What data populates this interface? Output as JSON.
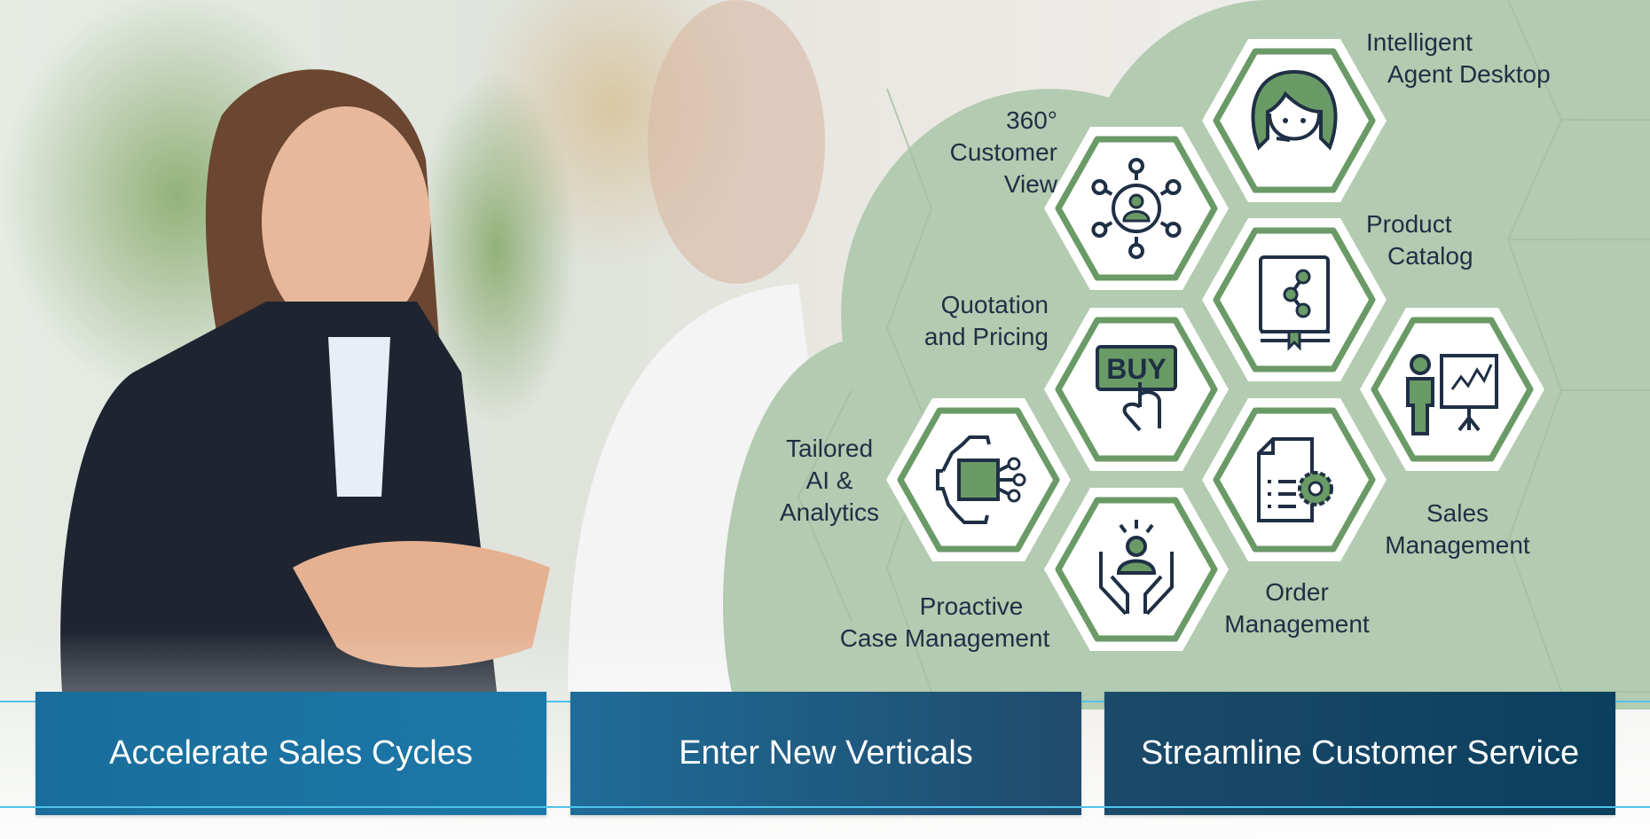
{
  "colors": {
    "hex_green": "#6a9a66",
    "cloud_green": "#b3cbb0",
    "navy_icon": "#1f2f45",
    "box_left": "#1c74a3",
    "box_right": "#0d4666",
    "accent_line": "#4fc3ea"
  },
  "features": [
    {
      "label_lines": [
        "Intelligent",
        "Agent Desktop"
      ],
      "icon": "agent-headset-icon"
    },
    {
      "label_lines": [
        "360°",
        "Customer",
        "View"
      ],
      "icon": "customer-network-icon"
    },
    {
      "label_lines": [
        "Product",
        "Catalog"
      ],
      "icon": "catalog-book-icon"
    },
    {
      "label_lines": [
        "Quotation",
        "and Pricing"
      ],
      "icon": "buy-button-icon",
      "icon_text": "BUY"
    },
    {
      "label_lines": [
        "Sales",
        "Management"
      ],
      "icon": "presentation-chart-icon"
    },
    {
      "label_lines": [
        "Tailored",
        "AI &",
        "Analytics"
      ],
      "icon": "ai-chip-gear-icon"
    },
    {
      "label_lines": [
        "Order",
        "Management"
      ],
      "icon": "order-document-gear-icon"
    },
    {
      "label_lines": [
        "Proactive",
        "Case Management"
      ],
      "icon": "person-hands-icon"
    }
  ],
  "benefits": [
    "Accelerate Sales Cycles",
    "Enter New Verticals",
    "Streamline Customer  Service"
  ]
}
